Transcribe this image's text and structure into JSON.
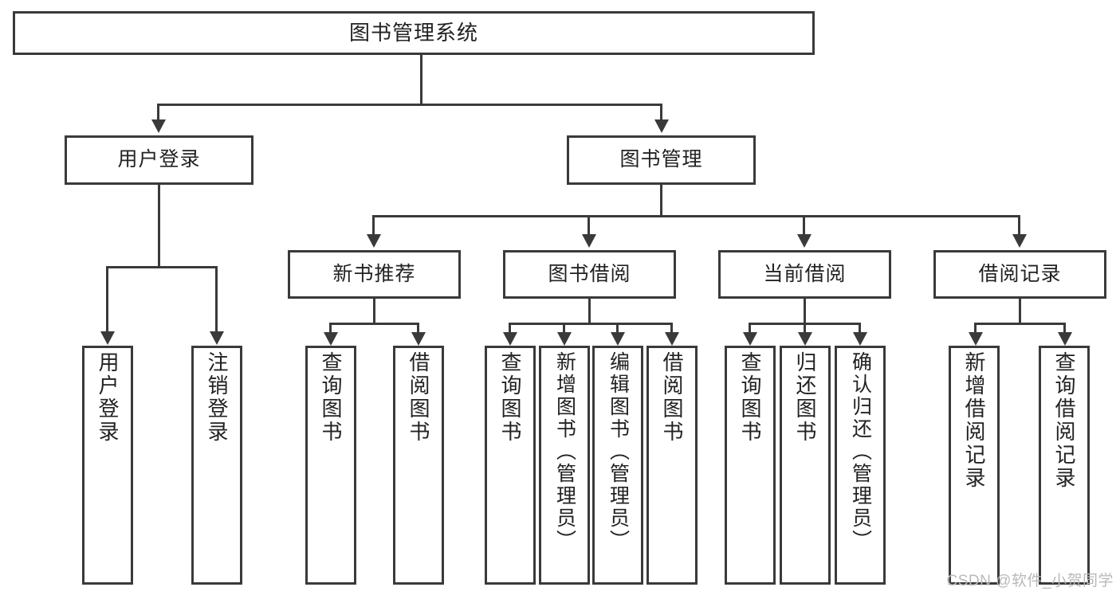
{
  "diagram": {
    "title": "图书管理系统",
    "type": "tree",
    "root": {
      "id": "root",
      "label": "图书管理系统"
    },
    "level2": [
      {
        "id": "user-login",
        "label": "用户登录"
      },
      {
        "id": "book-manage",
        "label": "图书管理"
      }
    ],
    "level3": [
      {
        "id": "new-book-recommend",
        "label": "新书推荐"
      },
      {
        "id": "book-borrow",
        "label": "图书借阅"
      },
      {
        "id": "current-borrow",
        "label": "当前借阅"
      },
      {
        "id": "borrow-record",
        "label": "借阅记录"
      }
    ],
    "leaves": {
      "user_login": [
        {
          "id": "leaf-user-login",
          "label": "用户登录"
        },
        {
          "id": "leaf-logout",
          "label": "注销登录"
        }
      ],
      "new_book_recommend": [
        {
          "id": "leaf-query-book-1",
          "label": "查询图书"
        },
        {
          "id": "leaf-borrow-book-1",
          "label": "借阅图书"
        }
      ],
      "book_borrow": [
        {
          "id": "leaf-query-book-2",
          "label": "查询图书"
        },
        {
          "id": "leaf-add-book",
          "label": "新增图书（管理员）"
        },
        {
          "id": "leaf-edit-book",
          "label": "编辑图书（管理员）"
        },
        {
          "id": "leaf-borrow-book-2",
          "label": "借阅图书"
        }
      ],
      "current_borrow": [
        {
          "id": "leaf-query-book-3",
          "label": "查询图书"
        },
        {
          "id": "leaf-return-book",
          "label": "归还图书"
        },
        {
          "id": "leaf-confirm-return",
          "label": "确认归还（管理员）"
        }
      ],
      "borrow_record": [
        {
          "id": "leaf-add-record",
          "label": "新增借阅记录"
        },
        {
          "id": "leaf-query-record",
          "label": "查询借阅记录"
        }
      ]
    }
  },
  "watermark": {
    "text": "CSDN @软件_小贺同学"
  },
  "colors": {
    "stroke": "#3a3a3a",
    "text": "#222222",
    "background": "#ffffff",
    "watermark": "#b9b9b9"
  }
}
